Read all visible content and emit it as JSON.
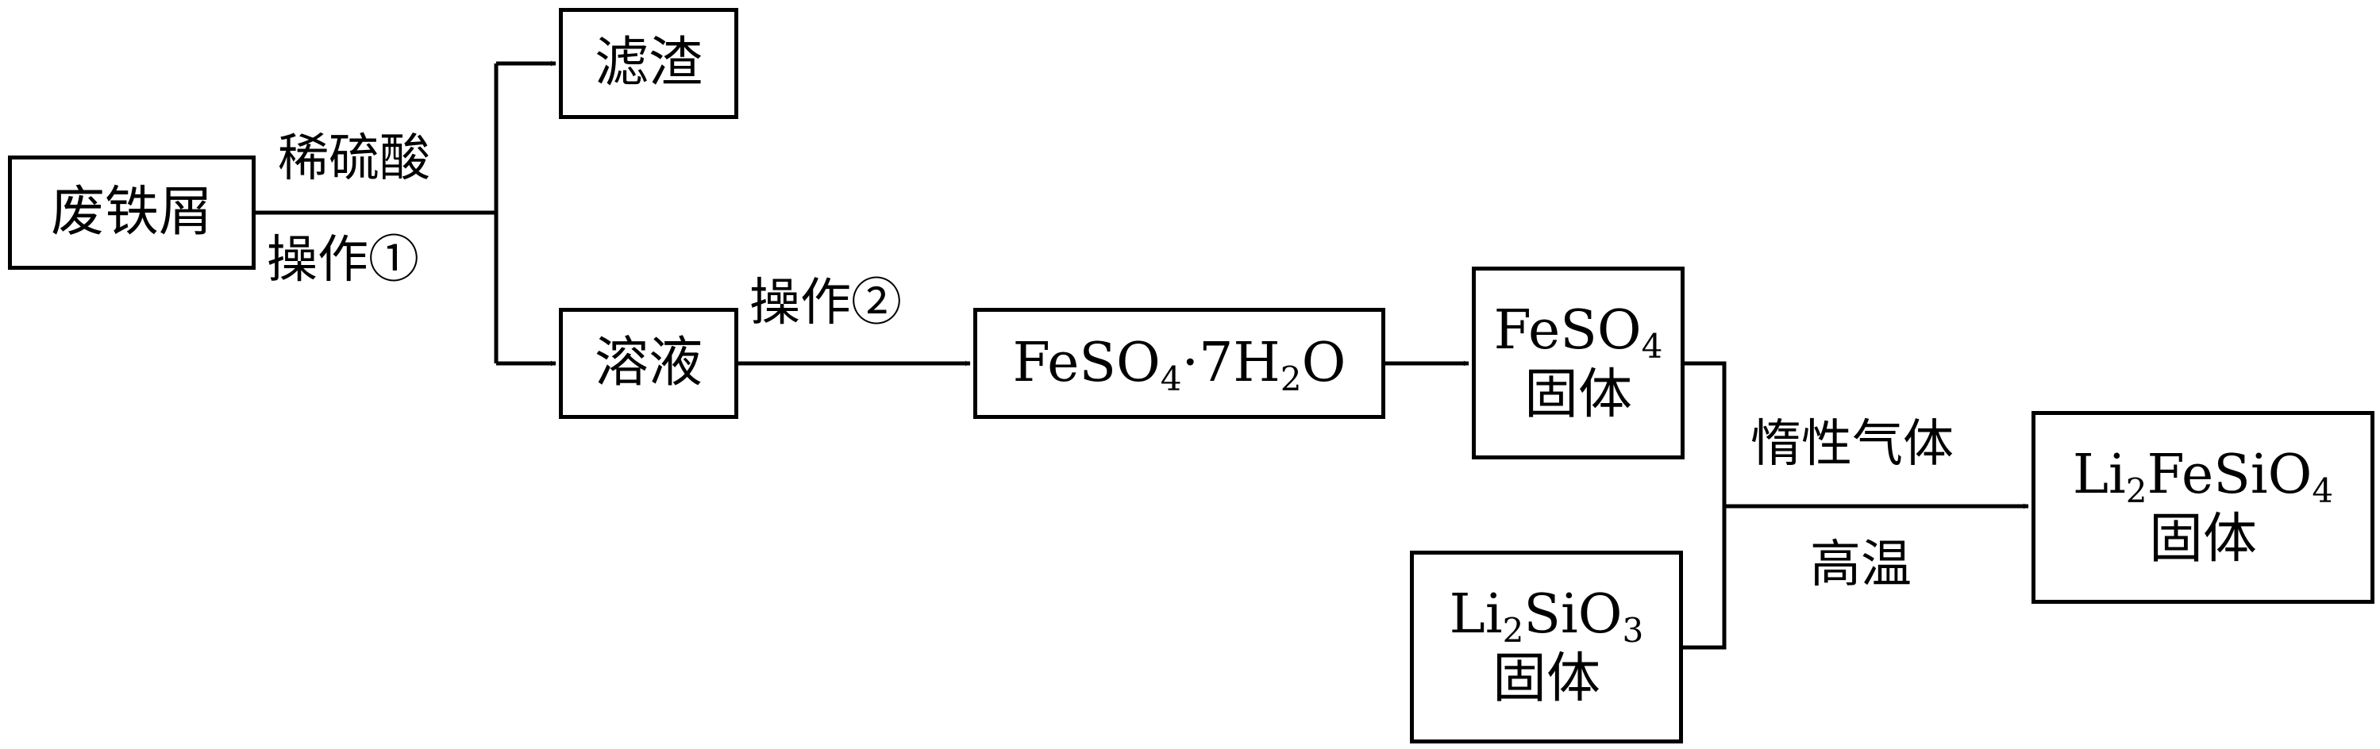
{
  "nodes": {
    "waste_iron": "废铁屑",
    "residue": "滤渣",
    "solution": "溶液",
    "hydrate": {
      "p1": "FeSO",
      "s1": "4",
      "p2": "·7H",
      "s2": "2",
      "p3": "O"
    },
    "feso4_solid": {
      "p1": "FeSO",
      "s1": "4",
      "line2": "固体"
    },
    "li2sio3_solid": {
      "p1": "Li",
      "s1": "2",
      "p2": "SiO",
      "s2": "3",
      "line2": "固体"
    },
    "product": {
      "p1": "Li",
      "s1": "2",
      "p2": "FeSiO",
      "s2": "4",
      "line2": "固体"
    }
  },
  "labels": {
    "dilute_acid": "稀硫酸",
    "operation_1": "操作①",
    "operation_2": "操作②",
    "inert_gas": "惰性气体",
    "high_temp": "高温"
  }
}
